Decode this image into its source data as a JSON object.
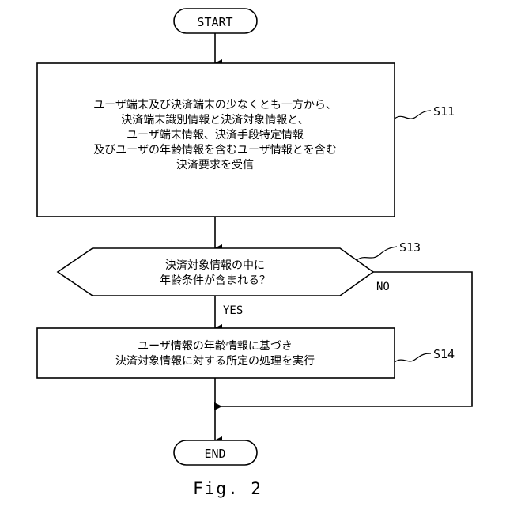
{
  "start": {
    "label": "START"
  },
  "end": {
    "label": "END"
  },
  "step_s11": {
    "id": "S11",
    "lines": [
      "ユーザ端末及び決済端末の少なくとも一方から、",
      "決済端末識別情報と決済対象情報と、",
      "ユーザ端末情報、決済手段特定情報",
      "及びユーザの年齢情報を含むユーザ情報とを含む",
      "決済要求を受信"
    ]
  },
  "decision_s13": {
    "id": "S13",
    "lines": [
      "決済対象情報の中に",
      "年齢条件が含まれる？"
    ],
    "yes_label": "YES",
    "no_label": "NO"
  },
  "step_s14": {
    "id": "S14",
    "lines": [
      "ユーザ情報の年齢情報に基づき",
      "決済対象情報に対する所定の処理を実行"
    ]
  },
  "caption": "Fig. 2"
}
